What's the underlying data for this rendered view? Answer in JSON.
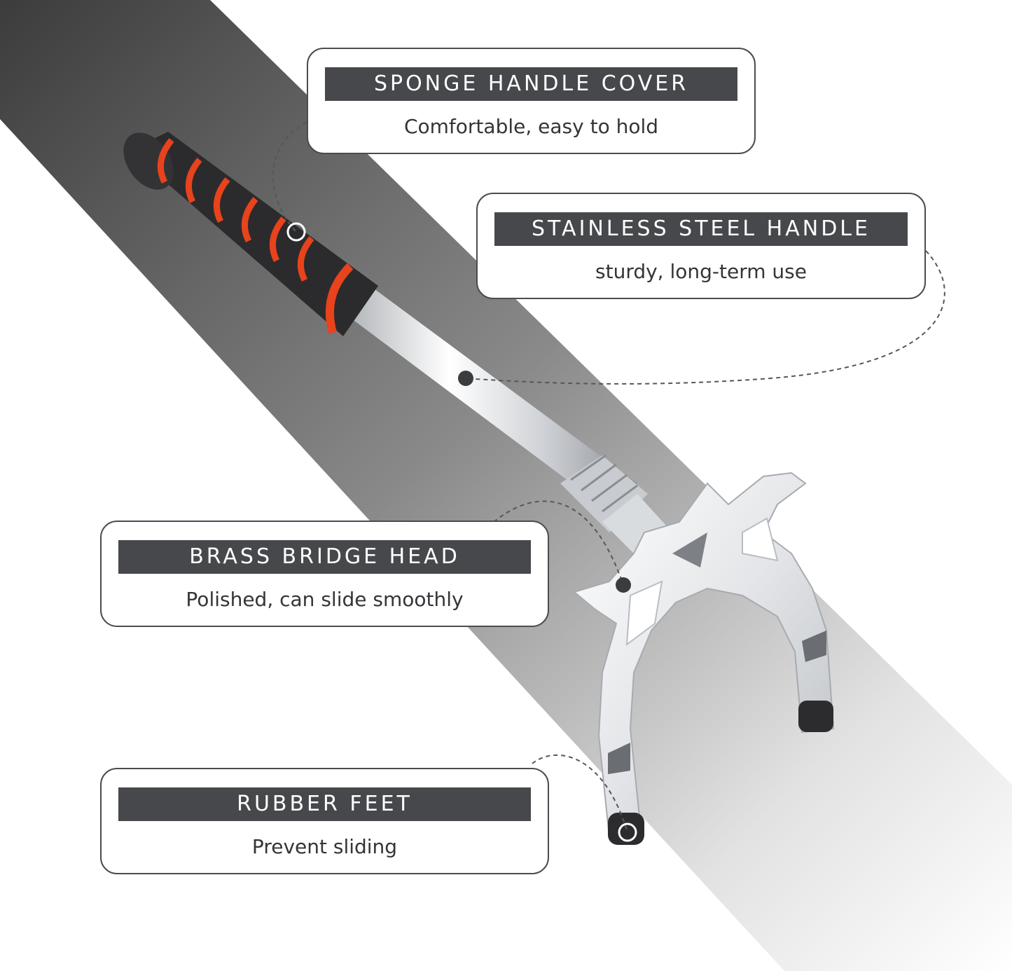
{
  "callouts": [
    {
      "title": "SPONGE HANDLE COVER",
      "description": "Comfortable, easy to hold"
    },
    {
      "title": "STAINLESS STEEL HANDLE",
      "description": "sturdy, long-term use"
    },
    {
      "title": "BRASS BRIDGE HEAD",
      "description": "Polished, can slide smoothly"
    },
    {
      "title": "RUBBER FEET",
      "description": "Prevent sliding"
    }
  ],
  "colors": {
    "label_bar": "#46484c",
    "grip_foam": "#2b2b2d",
    "grip_ring": "#e8431c",
    "shaft": "#d8dadd",
    "backdrop_shadow": "#6d6d6d"
  },
  "icons": [
    "cue-bridge-illustration",
    "marker-dot-icon",
    "marker-ring-icon"
  ]
}
